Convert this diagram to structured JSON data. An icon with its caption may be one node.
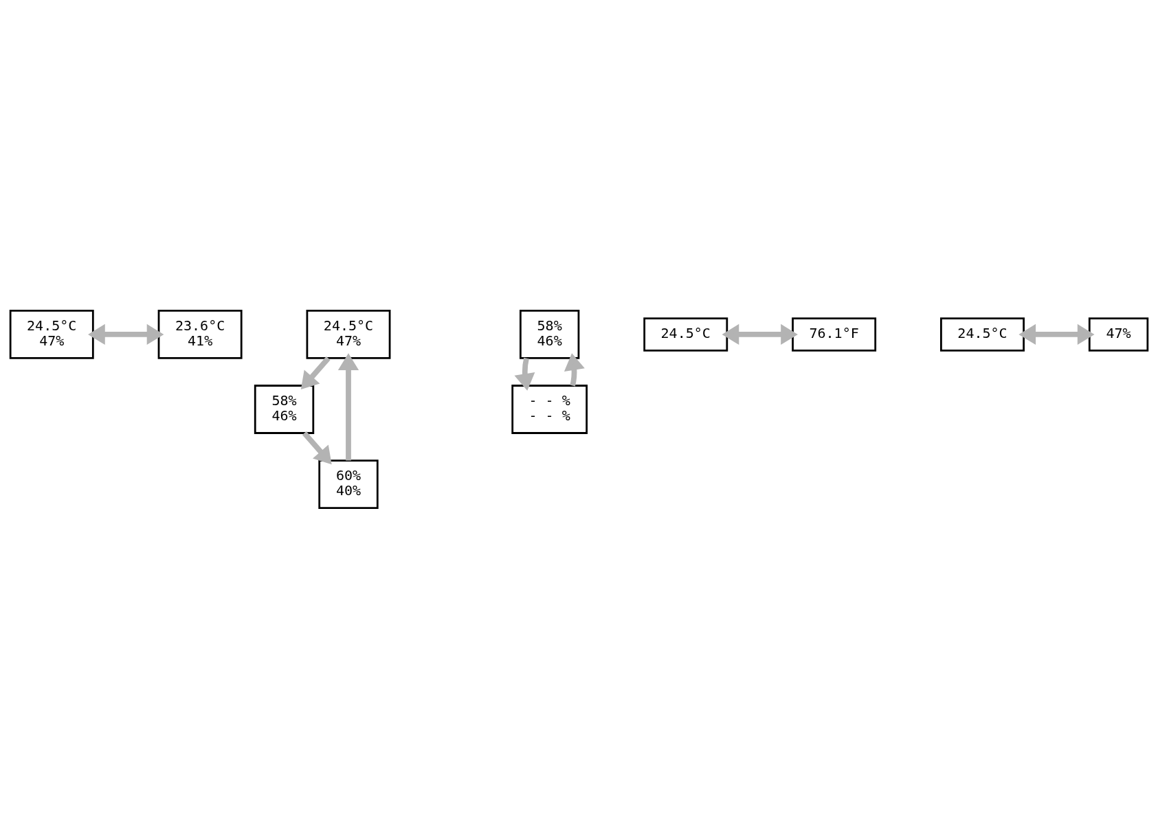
{
  "diagram": {
    "nodes": [
      {
        "text": [
          "24.5°C",
          "47%"
        ]
      },
      {
        "text": [
          "23.6°C",
          "41%"
        ]
      },
      {
        "text": [
          "24.5°C",
          "47%"
        ]
      },
      {
        "text": [
          "58%",
          "46%"
        ]
      },
      {
        "text": [
          "60%",
          "40%"
        ]
      },
      {
        "text": [
          "58%",
          "46%"
        ]
      },
      {
        "text": [
          "- - %",
          "- - %"
        ]
      },
      {
        "text": [
          "24.5°C"
        ]
      },
      {
        "text": [
          "76.1°F"
        ]
      },
      {
        "text": [
          "24.5°C"
        ]
      },
      {
        "text": [
          "47%"
        ]
      }
    ],
    "edges": [
      {
        "from": 0,
        "to": 1,
        "arrow": "both"
      },
      {
        "from": 2,
        "to": 3,
        "arrow": "to"
      },
      {
        "from": 3,
        "to": 4,
        "arrow": "to"
      },
      {
        "from": 4,
        "to": 2,
        "arrow": "to"
      },
      {
        "from": 5,
        "to": 6,
        "arrow": "to"
      },
      {
        "from": 6,
        "to": 5,
        "arrow": "to"
      },
      {
        "from": 7,
        "to": 8,
        "arrow": "both"
      },
      {
        "from": 9,
        "to": 10,
        "arrow": "both"
      }
    ]
  }
}
